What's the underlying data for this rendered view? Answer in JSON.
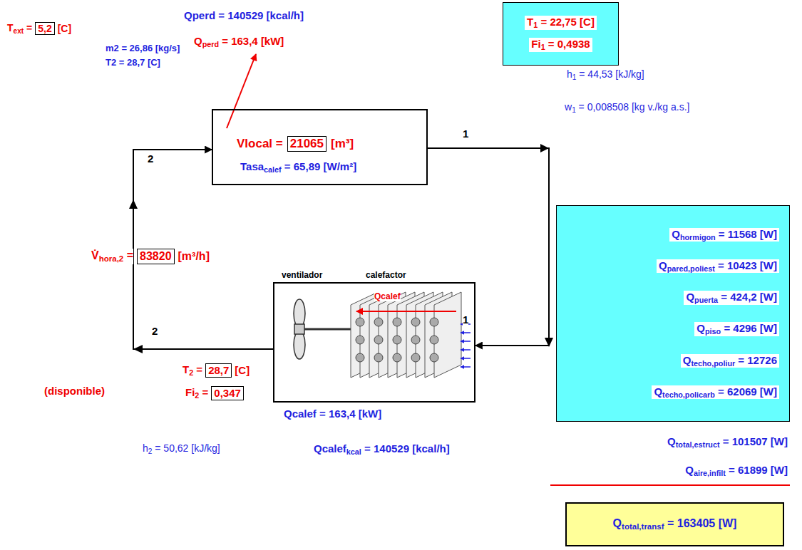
{
  "diagram": {
    "nodes": [
      {
        "text": [
          "5,2"
        ]
      },
      {
        "text": [
          "T1 = 22,75 [C]",
          "Fi1 = 0,4938"
        ]
      },
      {
        "text": [
          "Vlocal =",
          "[m³]",
          "Tasacalef = 65,89 [W/m²]"
        ]
      },
      {
        "text": [
          "21065"
        ],
        "in": 2
      },
      {
        "text": [
          "83820"
        ]
      },
      {
        "text": [
          "ventilador",
          "calefactor",
          "Qcalef"
        ]
      },
      {
        "text": [
          "28,7"
        ]
      },
      {
        "text": [
          "0,347"
        ]
      },
      {
        "text": [
          "Qhormigon = 11568 [W]",
          "Qpared,poliest = 10423 [W]",
          "Qpuerta = 424,2 [W]",
          "Qpiso = 4296 [W]",
          "Qtecho,poliur = 12726",
          "Qtecho,policarb = 62069 [W]"
        ]
      },
      {
        "text": [
          "Qtotal,transf = 163405 [W]"
        ]
      }
    ],
    "edges": [
      {
        "from": 2,
        "to": 5,
        "arrow": "to"
      },
      {
        "from": 5,
        "to": 2,
        "arrow": "to"
      }
    ],
    "labels": [
      "Qperd = 140529 [kcal/h]",
      "Qperd = 163,4 [kW]",
      "Text =",
      "[C]",
      "m2 = 26,86 [kg/s]",
      "T2 = 28,7 [C]",
      "2",
      "1",
      "h1 = 44,53 [kJ/kg]",
      "w1 = 0,008508 [kg v./kg a.s.]",
      "V̇hora,2 =",
      "[m³/h]",
      "1",
      "2",
      "T2 =",
      "[C]",
      "Fi2 =",
      "(disponible)",
      "Qcalef = 163,4 [kW]",
      "h2 = 50,62 [kJ/kg]",
      "Qcalefkcal = 140529 [kcal/h]",
      "Qtotal,estruct = 101507 [W]",
      "Qaire,infilt = 61899 [W]"
    ]
  }
}
